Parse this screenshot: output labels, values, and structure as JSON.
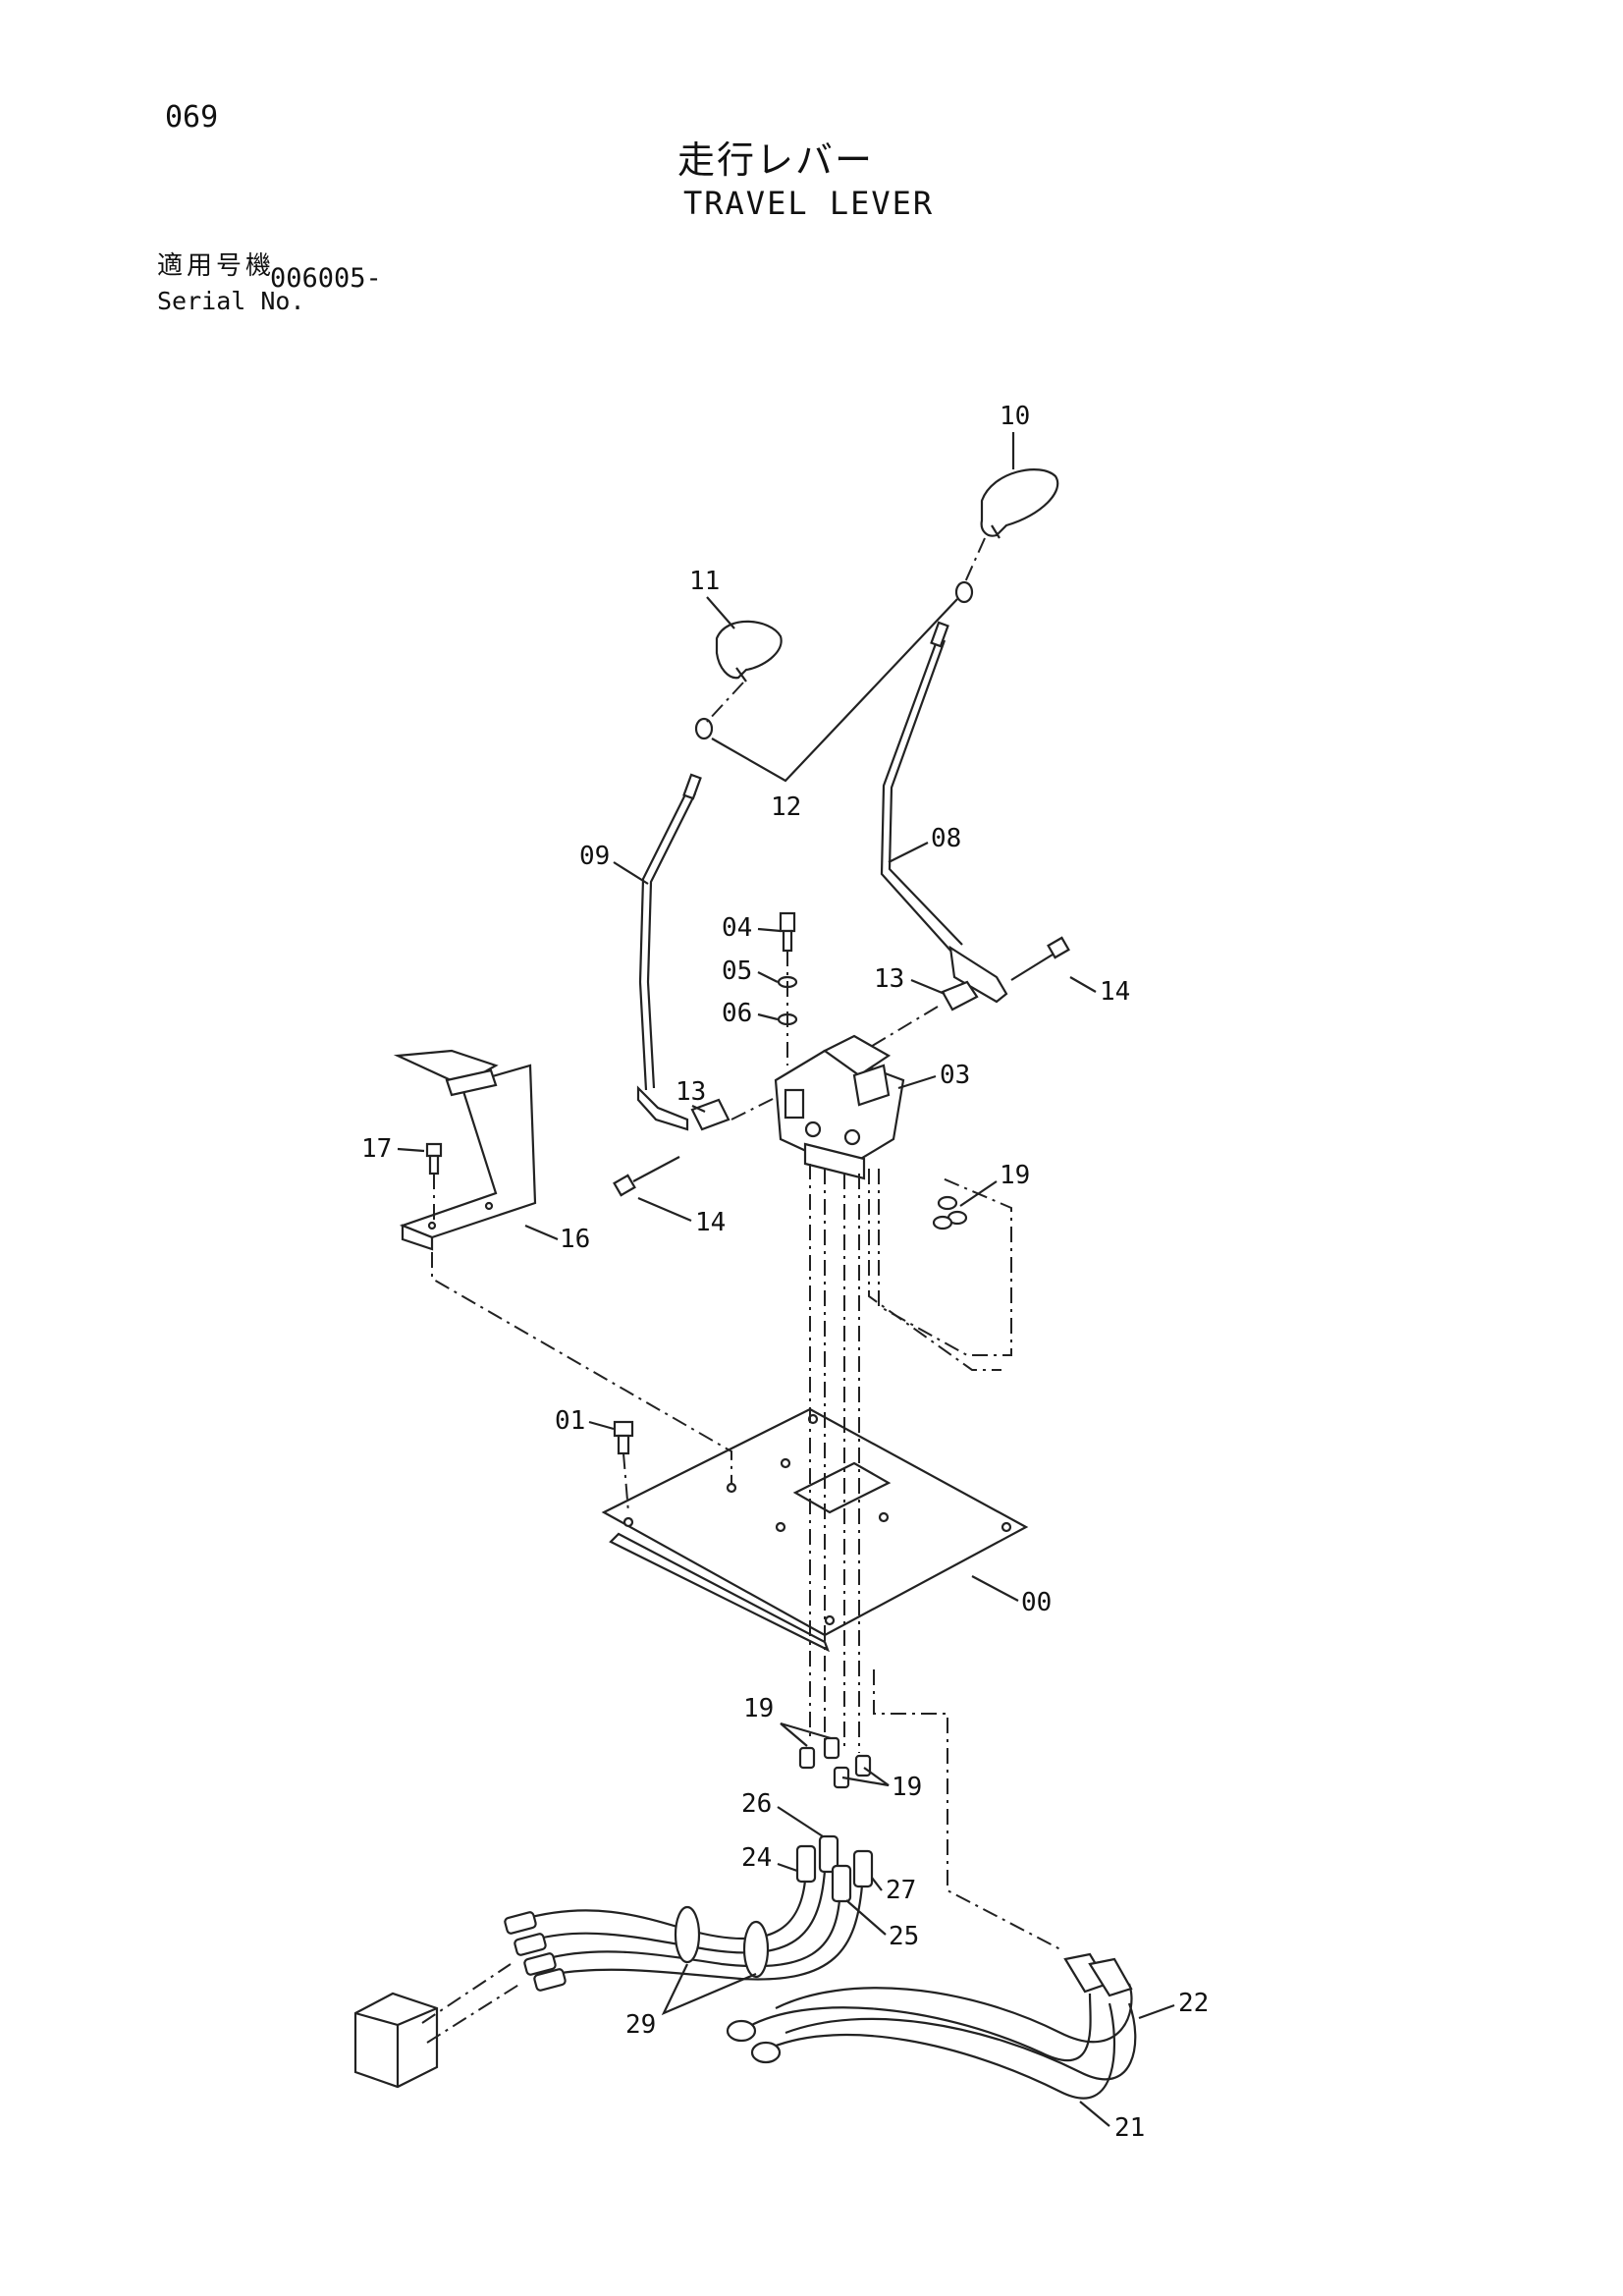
{
  "page_number": "069",
  "title_jp": "走行レバー",
  "title_en": "TRAVEL LEVER",
  "applicable_label_jp": "適用号機",
  "serial_label_en": "Serial No.",
  "serial_from": "006005-",
  "callouts": {
    "c00": "00",
    "c01": "01",
    "c03": "03",
    "c04": "04",
    "c05": "05",
    "c06": "06",
    "c08": "08",
    "c09": "09",
    "c10": "10",
    "c11": "11",
    "c12": "12",
    "c13a": "13",
    "c13b": "13",
    "c14a": "14",
    "c14b": "14",
    "c16": "16",
    "c17": "17",
    "c19a": "19",
    "c19b": "19",
    "c19c": "19",
    "c21": "21",
    "c22": "22",
    "c24": "24",
    "c25": "25",
    "c26": "26",
    "c27": "27",
    "c29": "29"
  }
}
